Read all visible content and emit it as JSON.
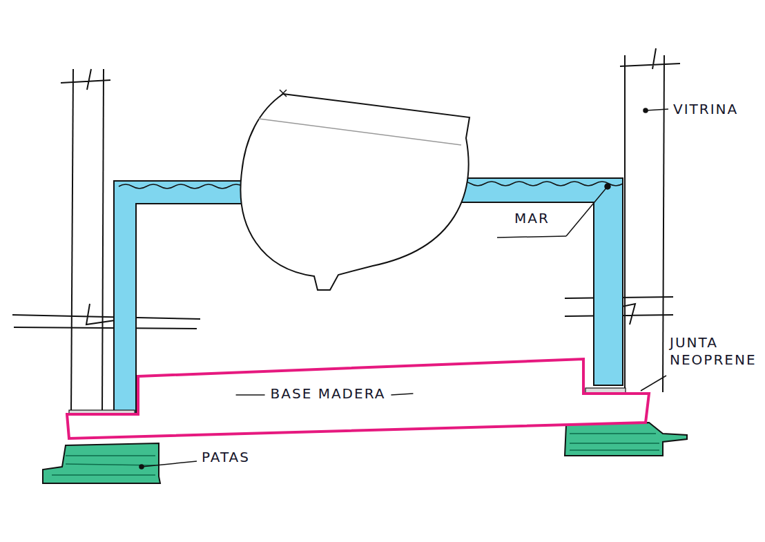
{
  "diagram": {
    "nodes": [
      {
        "text": [
          "BASE MADERA"
        ]
      }
    ],
    "labels": [
      "VITRINA",
      "MAR",
      "JUNTA NEOPRENE",
      "PATAS"
    ]
  }
}
